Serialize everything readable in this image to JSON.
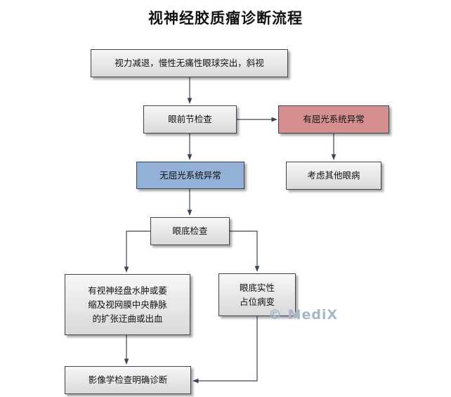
{
  "title": "视神经胶质瘤诊断流程",
  "nodes": {
    "symptoms": "视力减退，慢性无痛性眼球突出，斜视",
    "anterior_exam": "眼前节检查",
    "refractive_abnormal": "有屈光系统异常",
    "consider_other": "考虑其他眼病",
    "no_refractive_abnormal": "无屈光系统异常",
    "fundus_exam": "眼底检查",
    "disc_edema": "有视神经盘水肿或萎\n缩及视网膜中央静脉\n的扩张迂曲或出血",
    "fundus_lesion": "眼底实性\n占位病变",
    "imaging": "影像学检查明确诊断"
  },
  "colors": {
    "gray_box": "#e6e6e6",
    "red_box": "#d58f8f",
    "blue_box": "#93b0d6",
    "line": "#3a4656"
  },
  "watermark": "© MediX"
}
